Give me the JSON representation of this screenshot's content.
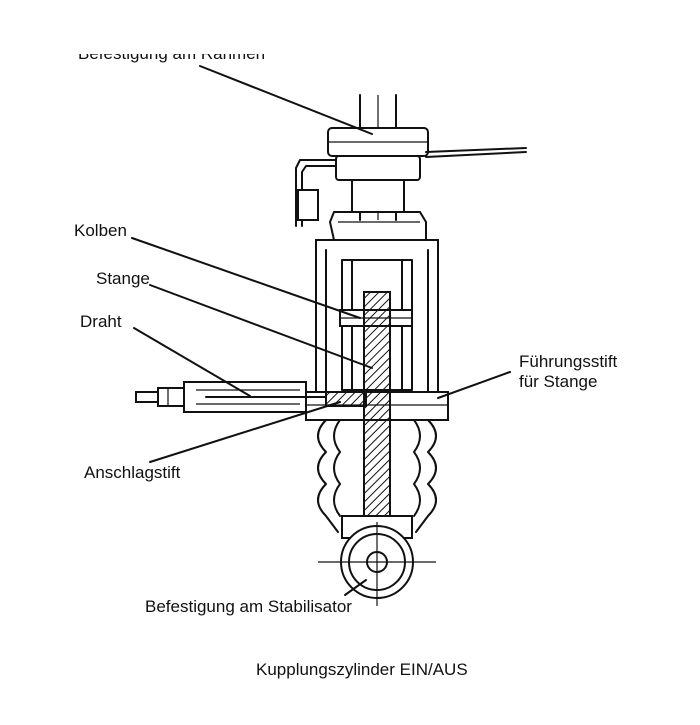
{
  "diagram": {
    "labels": {
      "top_mount": "Befestigung am Rahmen",
      "piston": "Kolben",
      "rod": "Stange",
      "wire": "Draht",
      "guide_pin_line1": "Führungsstift",
      "guide_pin_line2": "für Stange",
      "stop_pin": "Anschlagstift",
      "stabilizer_mount": "Befestigung am Stabilisator"
    },
    "caption": "Kupplungszylinder EIN/AUS"
  }
}
